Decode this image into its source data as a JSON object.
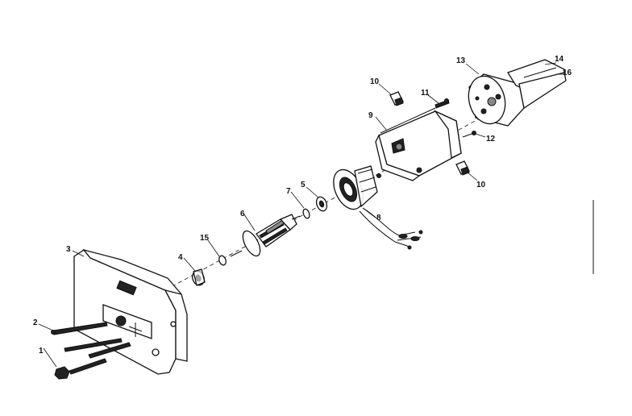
{
  "labels": [
    "1",
    "2",
    "3",
    "4",
    "15",
    "6",
    "7",
    "5",
    "8",
    "9",
    "10",
    "11",
    "10",
    "12",
    "13",
    "14",
    "16"
  ]
}
